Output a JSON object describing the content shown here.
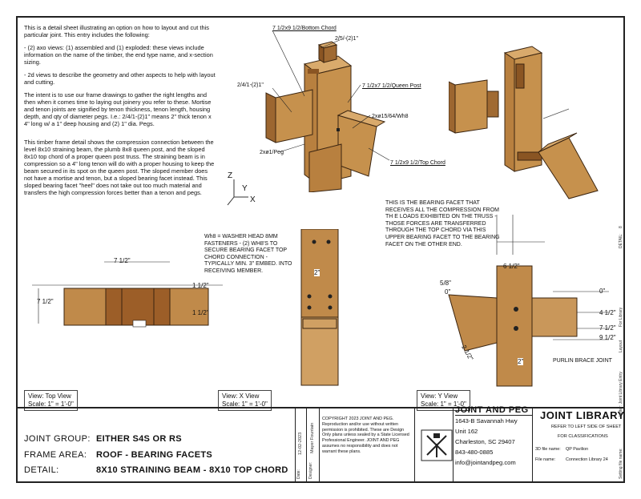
{
  "intro": {
    "p1": "This is a detail sheet illustrating an option on how to layout and cut this particular joint. This entry includes the following:",
    "p2": "- (2) axo views: (1) assembled and (1) exploded: these views include information on the name of the timber, the end type name, and x-section sizing.",
    "p3": "- 2d views to describe the geometry and other aspects to help with layout and cutting.",
    "p4": "The intent is to use our frame drawings to gather the right lengths and then when it comes time to laying out joinery you refer to these. Mortise and tenon joints are signified by tenon thickness, tenon length, housing depth, and qty of diameter pegs. I.e.: 2/4/1-(2)1\" means 2\" thick tenon x 4\" long w/ a 1\" deep housing and (2) 1\" dia. Pegs.",
    "p5": "This timber frame detail shows the compression connection between the level 8x10 straining beam, the plumb 8x8 queen post, and the sloped 8x10 top chord of a proper queen post truss. The straining beam is in compression so a 4\" long tenon will do with a proper housing to keep the beam secured in its spot on the queen post. The sloped member does not have a mortise and tenon, but a sloped bearing facet instead. This sloped bearing facet \"heel\" does not take out too much material and transfers the high compression forces better than a tenon and pegs."
  },
  "axo_labels": {
    "bottom_chord": "7 1/2x9 1/2/Bottom Chord",
    "tenon_top": "2/5/-(2)1\"",
    "tenon_left": "2/4/1-(2)1\"",
    "queen_post": "7 1/2x7 1/2/Queen Post",
    "wh8": "2xø15/64/Wh8",
    "peg": "2xø1/Peg",
    "top_chord": "7 1/2x9 1/2/Top Chord"
  },
  "axis": {
    "z": "Z",
    "y": "Y",
    "x": "X"
  },
  "notes": {
    "wh8_note": "Wh8 = WASHER HEAD 8MM FASTENERS - (2) WH8'S TO SECURE BEARING FACET TOP CHORD CONNECTION - TYPICALLY MIN. 3\" EMBED. INTO RECEIVING MEMBER.",
    "bearing_note": "THIS IS THE BEARING FACET THAT RECEIVES ALL THE COMPRESSION FROM TH E LOADS EXHIBITED ON THE TRUSS - THOSE FORCES ARE TRANSFERRED THROUGH THE TOP CHORD VIA THIS UPPER BEARING FACET TO THE BEARING FACET ON THE OTHER END.",
    "purlin": "PURLIN BRACE JOINT"
  },
  "dims": {
    "top_w": "7 1/2\"",
    "top_h": "7 1/2\"",
    "top_r1": "1 1/2\"",
    "top_r2": "1 1/2\"",
    "x_two": "2\"",
    "y_six": "6 1/2\"",
    "y_58": "5/8\"",
    "y_0a": "0\"",
    "y_0b": "0\"",
    "y_412": "4 1/2\"",
    "y_712": "7 1/2\"",
    "y_912": "9 1/2\"",
    "y_212": "2 1/2\"",
    "y_two": "2\""
  },
  "views": [
    {
      "view": "View:  Top View",
      "scale": "Scale:  1\"  =  1'-0\""
    },
    {
      "view": "View:  X View",
      "scale": "Scale:  1\"  =  1'-0\""
    },
    {
      "view": "View:  Y View",
      "scale": "Scale:  1\"  =  1'-0\""
    }
  ],
  "title_block": {
    "group_label": "JOINT GROUP:",
    "group_value": "EITHER S4S OR RS",
    "frame_label": "FRAME AREA:",
    "frame_value": "ROOF - BEARING FACETS",
    "detail_label": "DETAIL:",
    "detail_value": "8X10 STRAINING BEAM - 8X10 TOP CHORD",
    "date_label": "Date:",
    "date_value": "12-02-2023",
    "designer_label": "Designer:",
    "designer_value": "Mayer Fountain",
    "copyright": "COPYRIGHT 2023 JOINT AND PEG. Reproduction and/or use without written permission is prohibited. These are Design Only plans unless sealed by a State Licensed Professional Engineer. JOINT AND PEG assumes no responsibility and does not warrant these plans.",
    "company": "JOINT AND PEG",
    "addr1": "1643-B Savannah Hwy",
    "addr2": "Unit 162",
    "addr3": "Charleston, SC 29407",
    "phone": "843-480-0885",
    "email": "info@jointandpeg.com",
    "library": "JOINT LIBRARY",
    "refer1": "REFER TO LEFT SIDE OF SHEET",
    "refer2": "FOR CLASSIFICATIONS",
    "file3d_label": "3D file name:",
    "file3d_value": "QP Pavilion",
    "file_label": "File name:",
    "file_value": "Connection Library 24"
  },
  "side_labels": {
    "detail": "DETAIL:",
    "detail_no": "8",
    "for_library": "For Library",
    "layout": "Layout",
    "entry": "Letter: Joint Library Entry",
    "setting": "Setting file name:"
  },
  "colors": {
    "wood": "#b8803f",
    "wood_dark": "#8a5523",
    "wood_light": "#d9aa6c",
    "line": "#222222"
  }
}
